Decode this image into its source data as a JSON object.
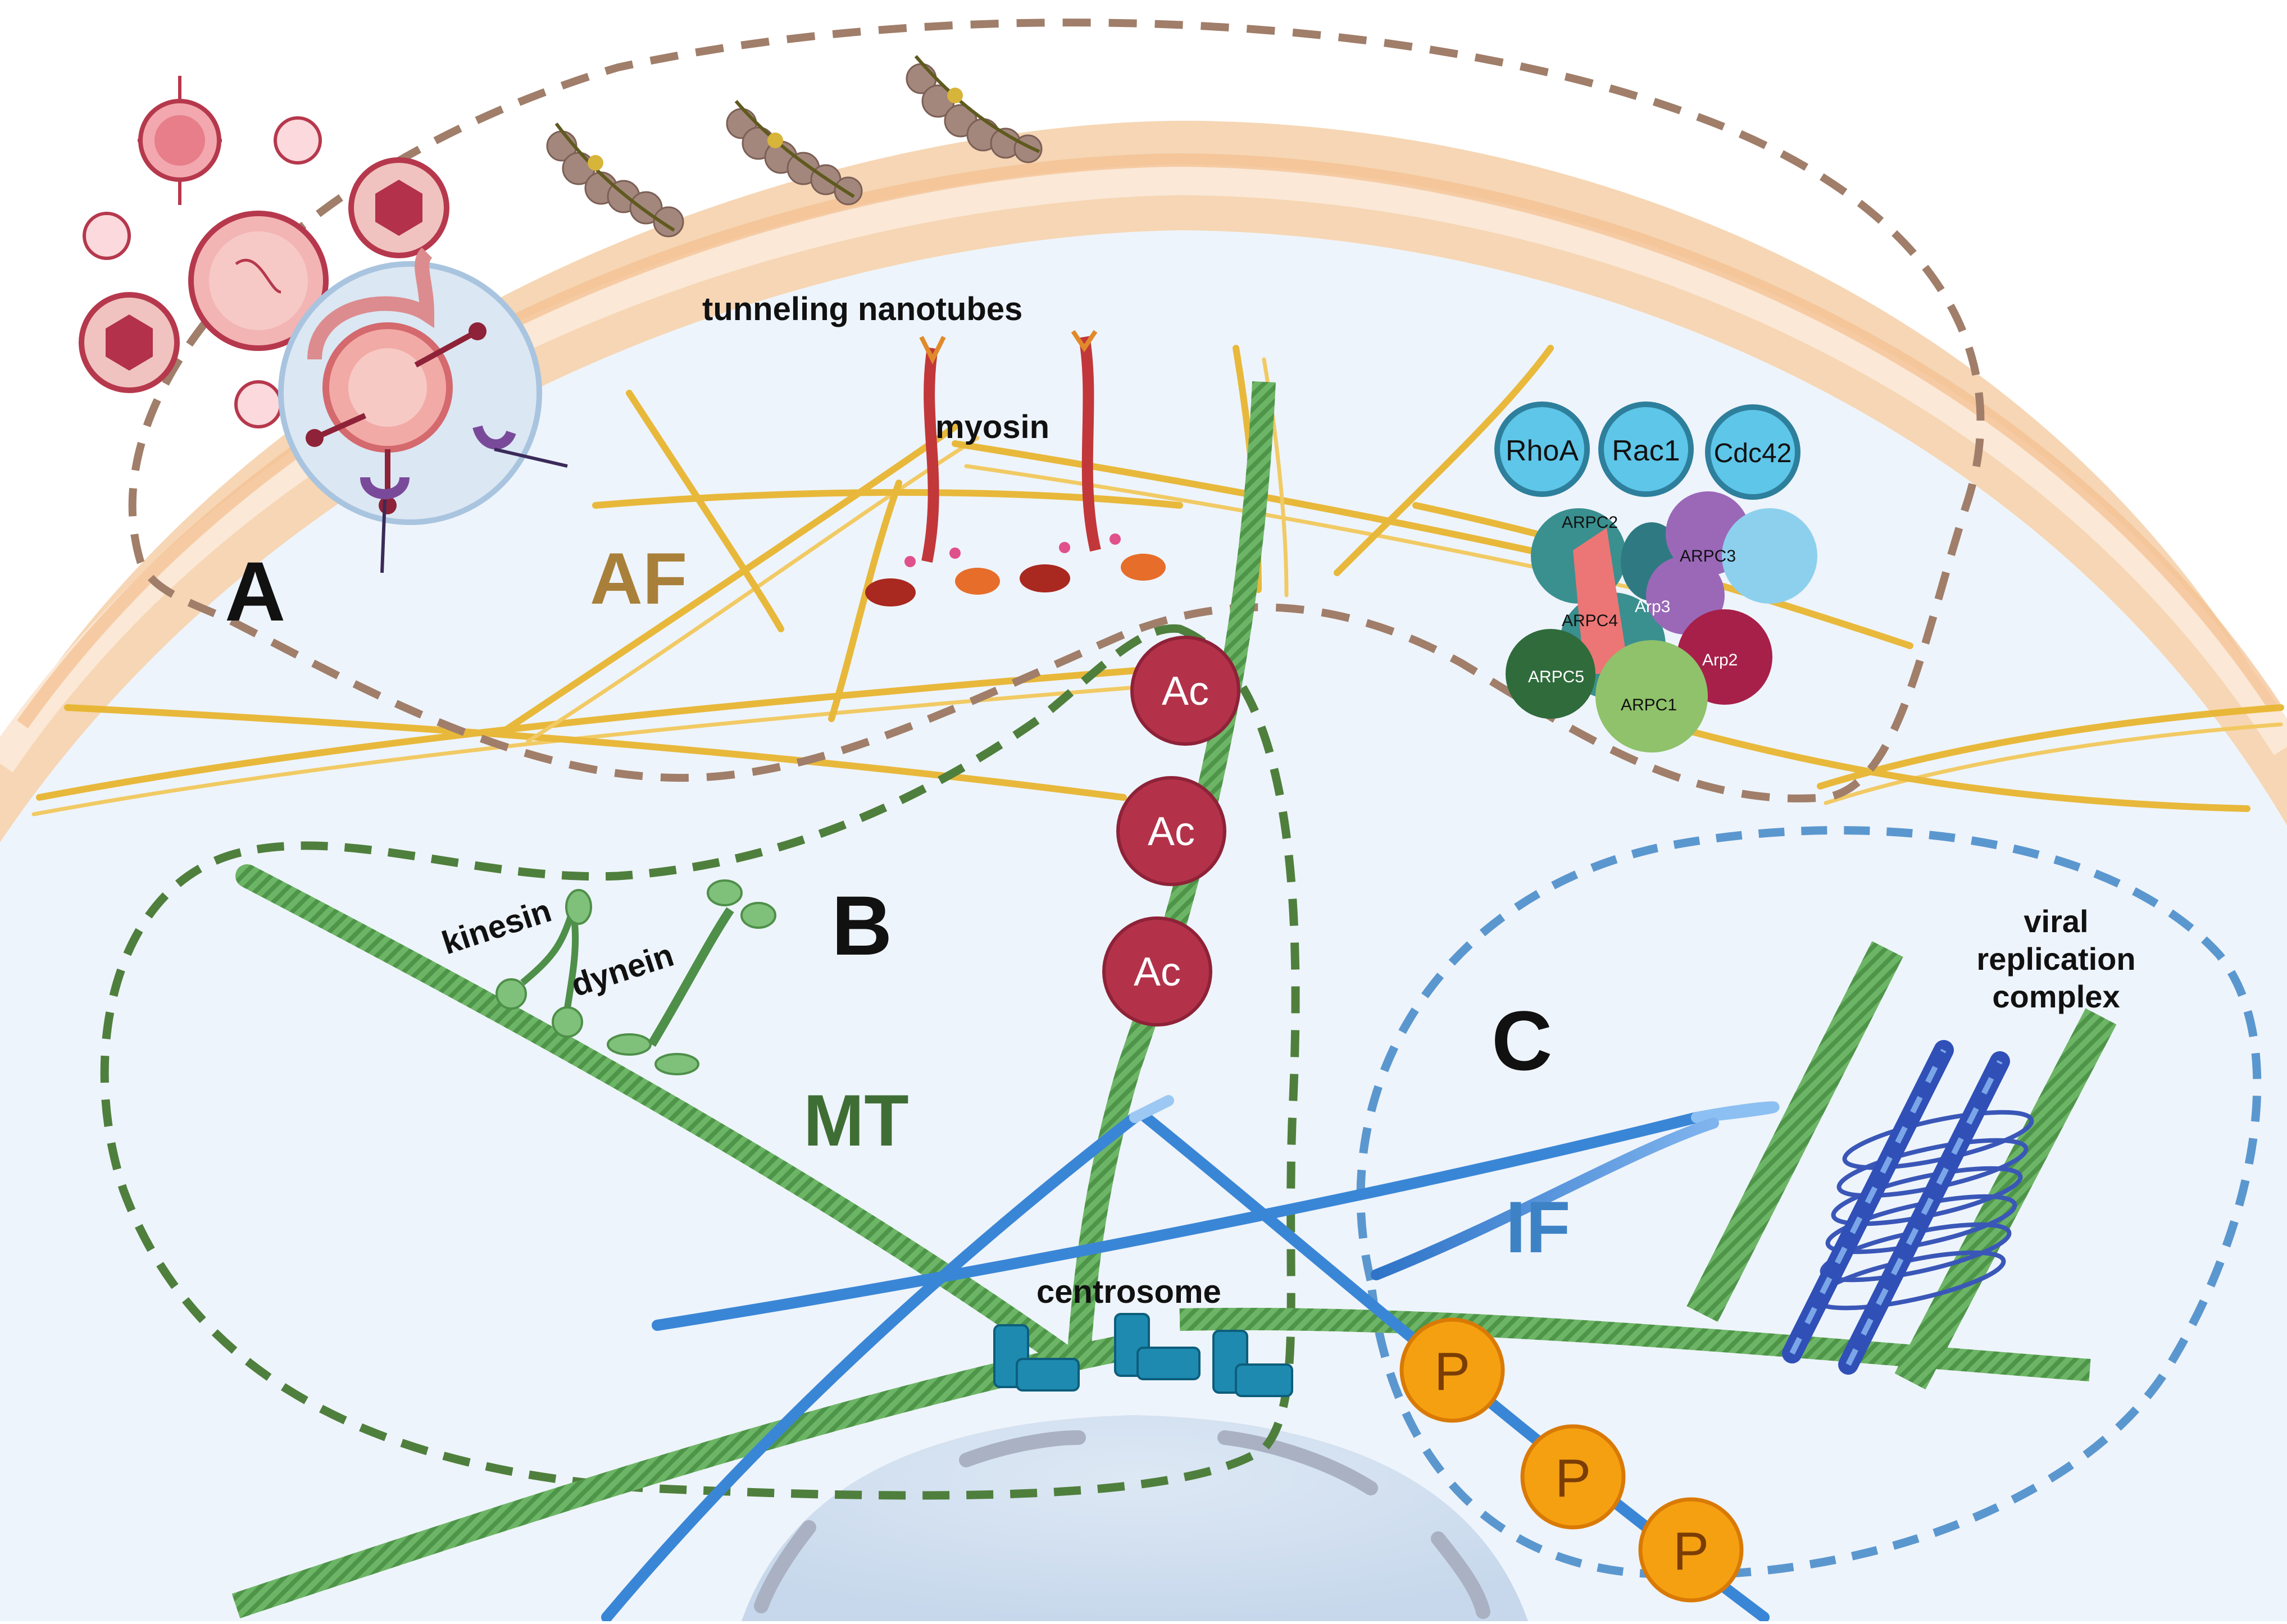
{
  "labels": {
    "tunneling_nanotubes": "tunneling nanotubes",
    "myosin": "myosin",
    "panel_a": "A",
    "af": "AF",
    "panel_b": "B",
    "kinesin": "kinesin",
    "dynein": "dynein",
    "mt": "MT",
    "centrosome": "centrosome",
    "panel_c": "C",
    "if_label": "IF",
    "viral_replication_complex": [
      "viral",
      "replication",
      "complex"
    ]
  },
  "rho_gtpases": [
    "RhoA",
    "Rac1",
    "Cdc42"
  ],
  "arp23_complex": {
    "arpc2": "ARPC2",
    "arpc3": "ARPC3",
    "arp3": "Arp3",
    "arpc4": "ARPC4",
    "arpc5": "ARPC5",
    "arp2": "Arp2",
    "arpc1": "ARPC1"
  },
  "acetylation_marks": [
    "Ac",
    "Ac",
    "Ac"
  ],
  "phosphorylation_marks": [
    "P",
    "P",
    "P"
  ],
  "colors": {
    "membrane": "#f8c9a0",
    "cytoplasm": "#eef4fb",
    "actin": "#e8b531",
    "microtubule": "#5fa85a",
    "intermediate_filament": "#3a86d6",
    "acetyl": "#b3324a",
    "phospho": "#f5a011",
    "region_a_outline": "#a07e6a",
    "region_b_outline": "#4f7f3d",
    "region_c_outline": "#5b97cf",
    "af_text": "#a9803a",
    "mt_text": "#3f6e35",
    "if_text": "#3e82c6"
  },
  "icons": [
    "virus-icon",
    "endocytic-vesicle-icon",
    "myosin-motor-icon",
    "kinesin-icon",
    "dynein-icon",
    "centriole-icon",
    "nucleus-icon",
    "arp23-complex-icon",
    "replication-complex-icon"
  ]
}
